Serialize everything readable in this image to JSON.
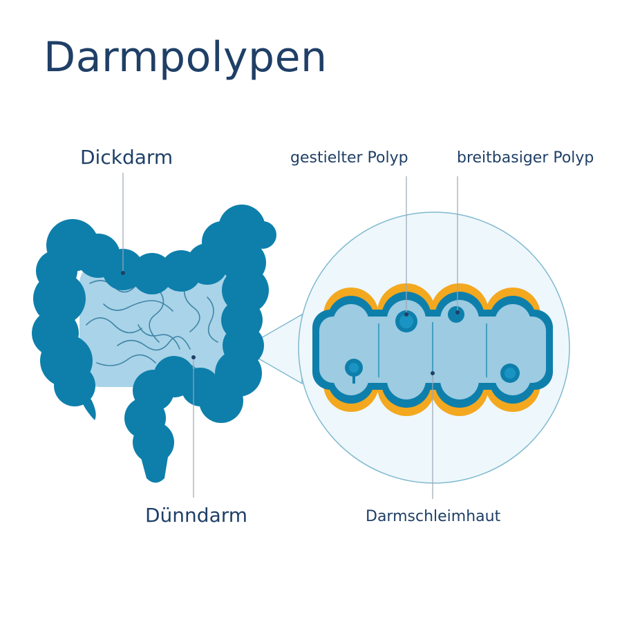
{
  "title": "Darmpolypen",
  "labels": {
    "dickdarm": "Dickdarm",
    "gestielter_polyp": "gestielter Polyp",
    "breitbasiger_polyp": "breitbasiger Polyp",
    "duenndarm": "Dünndarm",
    "darmschleimhaut": "Darmschleimhaut"
  },
  "colors": {
    "title_text": "#1f3f66",
    "colon": "#0e7fab",
    "small_intestine": "#a9d3e8",
    "magnifier_bg": "#eef7fb",
    "mucosa": "#f3a81f",
    "lumen": "#9ccbe2",
    "leader_line": "#9aa7b3"
  }
}
